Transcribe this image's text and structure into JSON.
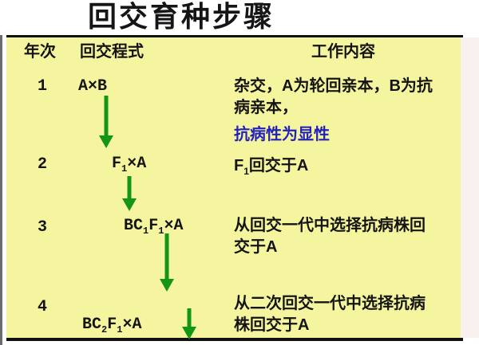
{
  "title": "回交育种步骤",
  "colors": {
    "panel_bg": "#F5F5A0",
    "arrow_green": "#149614",
    "note_blue": "#2222BB",
    "rule_black": "#111111"
  },
  "icons": {
    "down_arrow": "↓"
  },
  "table": {
    "headers": {
      "year": "年次",
      "formula": "回交程式",
      "work": "工作内容"
    },
    "rows": [
      {
        "year": "1",
        "formula": {
          "p1": "A×B"
        },
        "work_lines": [
          "杂交，A为轮回亲本，B为抗",
          "病亲本，"
        ],
        "note": "抗病性为显性"
      },
      {
        "year": "2",
        "formula": {
          "p1": "F",
          "s1": "1",
          "p2": "×A"
        },
        "work": {
          "p1": "F",
          "s1": "1",
          "p2": "回交于A"
        }
      },
      {
        "year": "3",
        "formula": {
          "p1": "BC",
          "s1": "1",
          "p2": "F",
          "s2": "1",
          "p3": "×A"
        },
        "work_lines": [
          "从回交一代中选择抗病株回",
          "交于A"
        ]
      },
      {
        "year": "4",
        "formula": {
          "p1": "BC",
          "s1": "2",
          "p2": "F",
          "s2": "1",
          "p3": "×A"
        },
        "work_lines": [
          "从二次回交一代中选择抗病",
          "株回交于A"
        ]
      }
    ]
  }
}
